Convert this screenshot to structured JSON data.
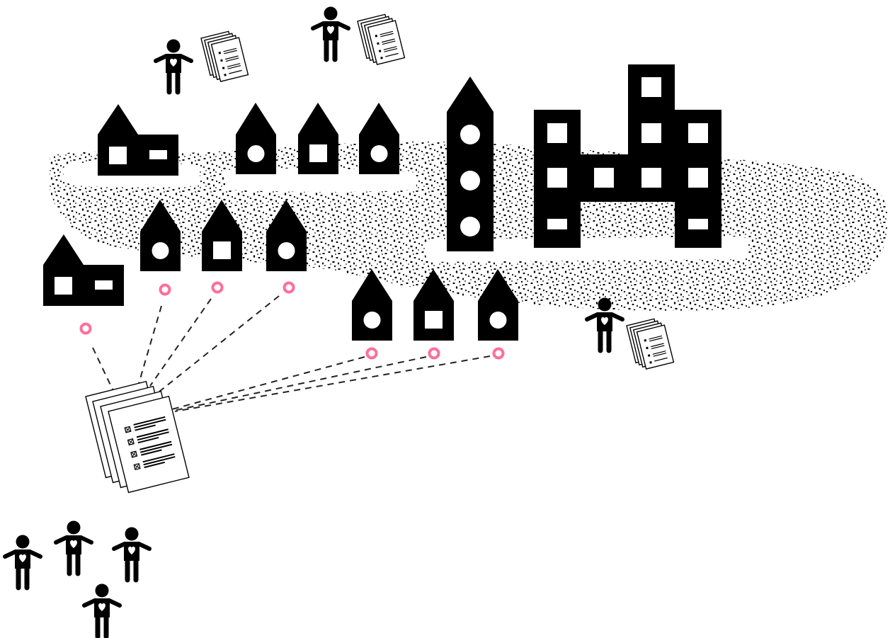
{
  "diagram": {
    "pin_color": "#ff6f9c",
    "ink_color": "#000000",
    "background": "#ffffff",
    "elements": {
      "houses_with_round_window": 6,
      "houses_with_square_window": 3,
      "wide_houses": 2,
      "towers": 1,
      "large_buildings": 1,
      "survey_pins": 7,
      "dashed_connections": 7,
      "people": 7,
      "document_stacks": 4
    },
    "icons": [
      "house-icon",
      "tower-icon",
      "building-icon",
      "person-icon",
      "heart-icon",
      "documents-icon",
      "location-pin-icon",
      "checkbox-icon"
    ]
  }
}
